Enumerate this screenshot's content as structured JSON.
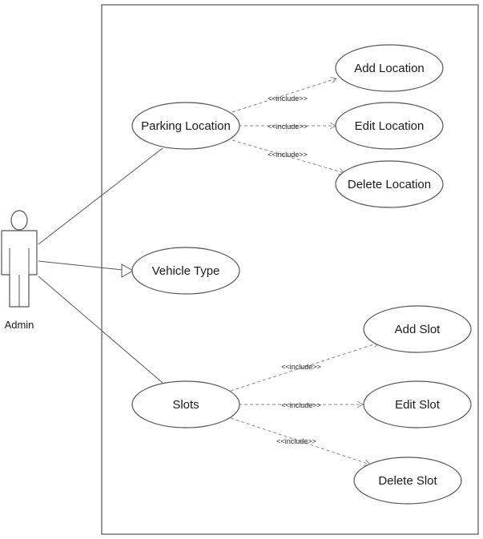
{
  "actor": {
    "name": "Admin"
  },
  "use_cases": {
    "parking_location": "Parking Location",
    "add_location": "Add Location",
    "edit_location": "Edit Location",
    "delete_location": "Delete Location",
    "vehicle_type": "Vehicle Type",
    "slots": "Slots",
    "add_slot": "Add Slot",
    "edit_slot": "Edit Slot",
    "delete_slot": "Delete Slot"
  },
  "relations": {
    "include_label": "<<include>>"
  },
  "colors": {
    "stroke": "#555555",
    "include_line": "#8a8a8a",
    "text": "#1a1a1a"
  }
}
